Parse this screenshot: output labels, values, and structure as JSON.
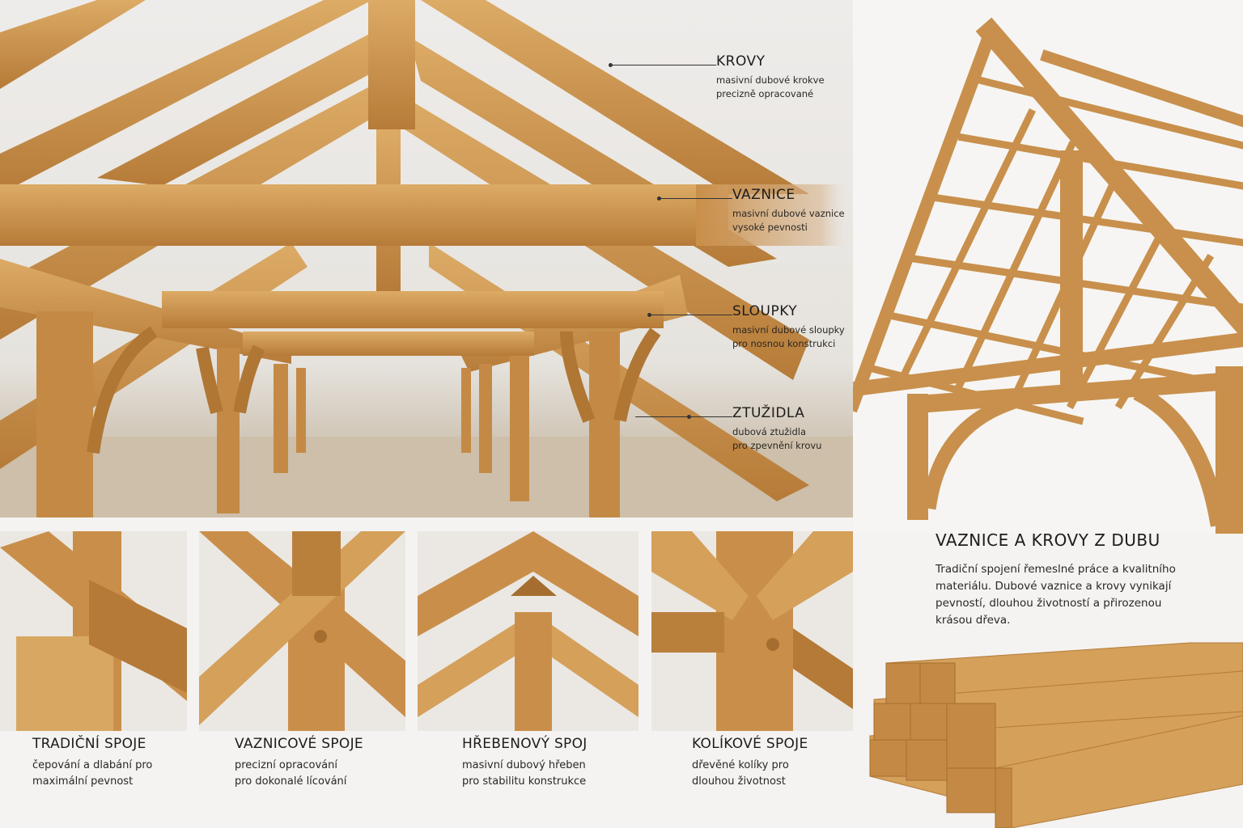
{
  "callouts": [
    {
      "title": "KROVY",
      "line1": "masivní dubové krokve",
      "line2": "precizně opracované"
    },
    {
      "title": "VAZNICE",
      "line1": "masivní dubové vaznice",
      "line2": "vysoké pevnosti"
    },
    {
      "title": "SLOUPKY",
      "line1": "masivní dubové sloupky",
      "line2": "pro nosnou konstrukci"
    },
    {
      "title": "ZTUŽIDLA",
      "line1": "dubová ztužidla",
      "line2": "pro zpevnění krovu"
    }
  ],
  "joints": [
    {
      "title": "TRADIČNÍ SPOJE",
      "line1": "čepování a dlabání pro",
      "line2": "maximální pevnost"
    },
    {
      "title": "VAZNICOVÉ SPOJE",
      "line1": "precizní opracování",
      "line2": "pro dokonalé lícování"
    },
    {
      "title": "HŘEBENOVÝ SPOJ",
      "line1": "masivní dubový hřeben",
      "line2": "pro stabilitu konstrukce"
    },
    {
      "title": "KOLÍKOVÉ SPOJE",
      "line1": "dřevěné kolíky pro",
      "line2": "dlouhou životnost"
    }
  ],
  "info": {
    "title": "VAZNICE A KROVY Z DUBU",
    "text": "Tradiční spojení řemeslné práce a kvalitního materiálu. Dubové vaznice a krovy vynikají pevností, dlouhou životností a přirozenou krásou dřeva."
  },
  "colors": {
    "wood": "#c98f4a",
    "wood_light": "#dcab66",
    "background": "#f4f3f1"
  }
}
